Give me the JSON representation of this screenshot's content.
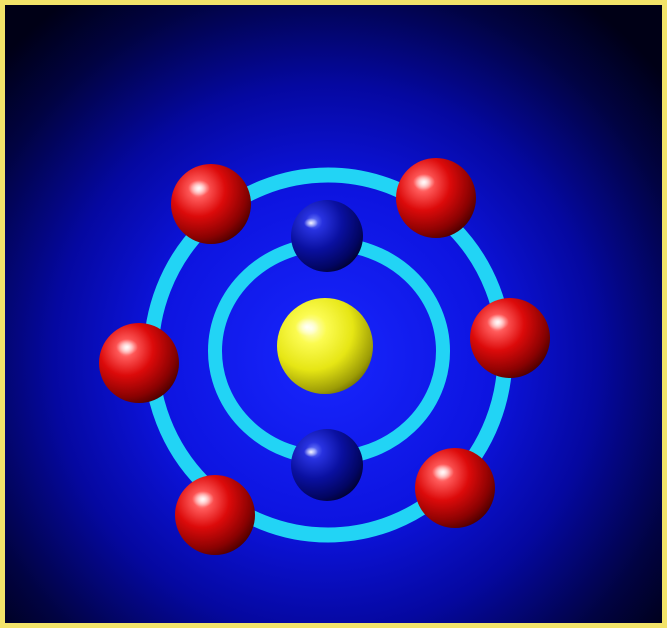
{
  "diagram": {
    "subject": "atom model",
    "colors": {
      "frame": "#f2e36a",
      "background_center": "#1522ff",
      "background_edge": "#000018",
      "orbit": "#22d4f5",
      "nucleus": "#f2f21a",
      "inner_electron": "#0c12a8",
      "outer_electron": "#d40c0c"
    },
    "nucleus": {
      "name": "nucleus"
    },
    "orbits": [
      {
        "name": "inner-shell",
        "electron_count": 2
      },
      {
        "name": "outer-shell",
        "electron_count": 6
      }
    ]
  }
}
